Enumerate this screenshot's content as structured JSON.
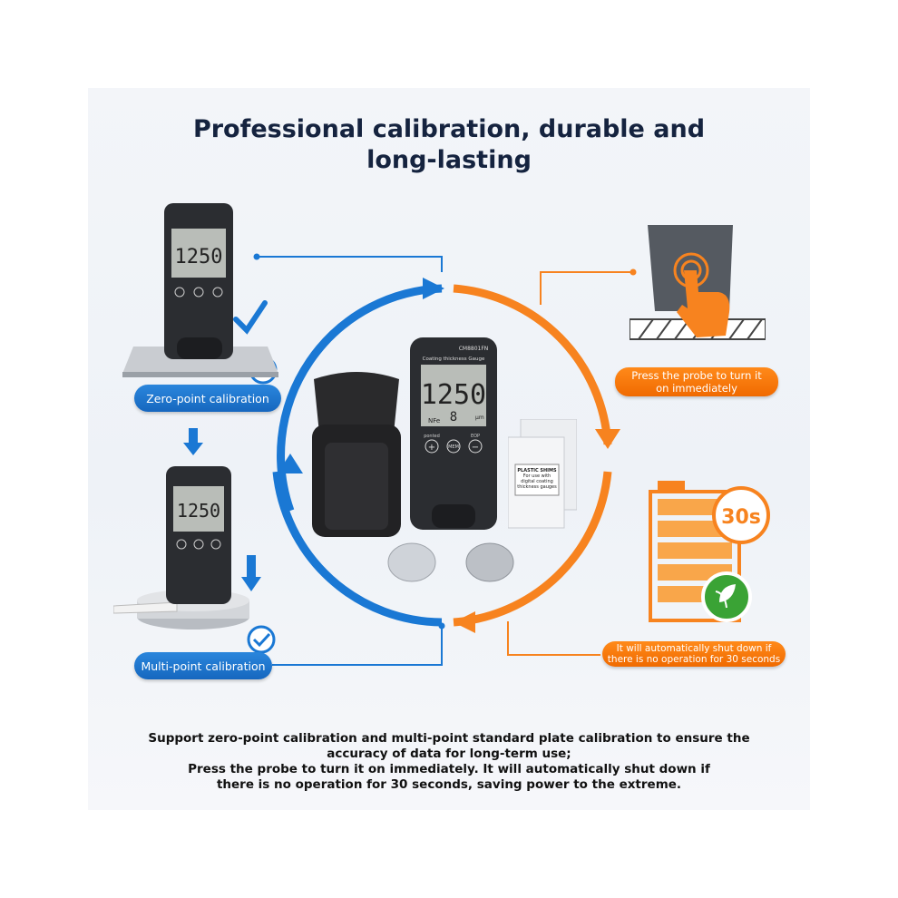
{
  "title": {
    "line1": "Professional calibration, durable and",
    "line2": "long-lasting"
  },
  "steps": {
    "zero_point": "Zero-point calibration",
    "multi_point": "Multi-point calibration",
    "press_probe_line1": "Press the probe to turn it",
    "press_probe_line2": "on immediately",
    "auto_off_line1": "It will automatically shut down if",
    "auto_off_line2": "there is no operation for 30 seconds",
    "timer": "30s"
  },
  "device": {
    "model": "CM8801FN",
    "name": "Coating thickness Gauge",
    "reading": "1250",
    "sub_reading": "8",
    "mode": "NFe",
    "unit": "μm",
    "btn_left": "+",
    "btn_mid": "MEM",
    "btn_right": "−",
    "label_left": "ponted",
    "label_right": "EOP"
  },
  "shims": {
    "label": "PLASTIC SHIMS",
    "sub": "For use with digital coating thickness gauges"
  },
  "footer": {
    "line1": "Support zero-point calibration and multi-point standard plate calibration to ensure the",
    "line2": "accuracy of data for long-term use;",
    "line3": "Press the probe to turn it on immediately. It will automatically shut down if",
    "line4": "there is no operation for 30 seconds, saving power to the extreme."
  },
  "colors": {
    "blue": "#1a78d4",
    "orange": "#f7831f",
    "green": "#3aa335",
    "navy_text": "#15233f"
  }
}
